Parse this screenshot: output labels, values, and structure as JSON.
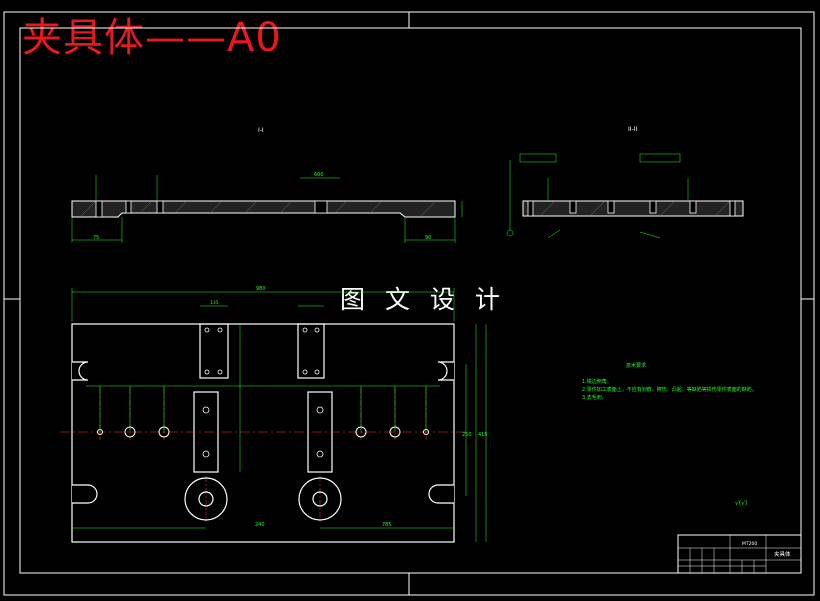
{
  "title": "夹具体——A0",
  "watermark": "图 文 设 计",
  "section_marks": {
    "left": "I-I",
    "right": "II-II"
  },
  "technical_notes": {
    "heading": "技术要求",
    "lines": [
      "1.锐边倒角。",
      "2.零件加工表面上，不应有划痕、擦伤、凸起、等缺陷等损伤零件表面的缺陷。",
      "3.去毛刺。"
    ]
  },
  "roughness_note": "√(√)",
  "title_block": {
    "part_name": "夹具体",
    "drawing_no": "MT200"
  },
  "dimensions": {
    "overall_length": "980",
    "left_end": "75",
    "right_end": "90",
    "center": "600",
    "spacing": "135",
    "lower_width": "240",
    "total_lower": "785",
    "height": "415",
    "half_height": "250"
  },
  "colors": {
    "background": "#000000",
    "outline": "#ffffff",
    "dimension": "#22ff22",
    "centerline": "#ff3b3b",
    "title": "#e8191c"
  }
}
